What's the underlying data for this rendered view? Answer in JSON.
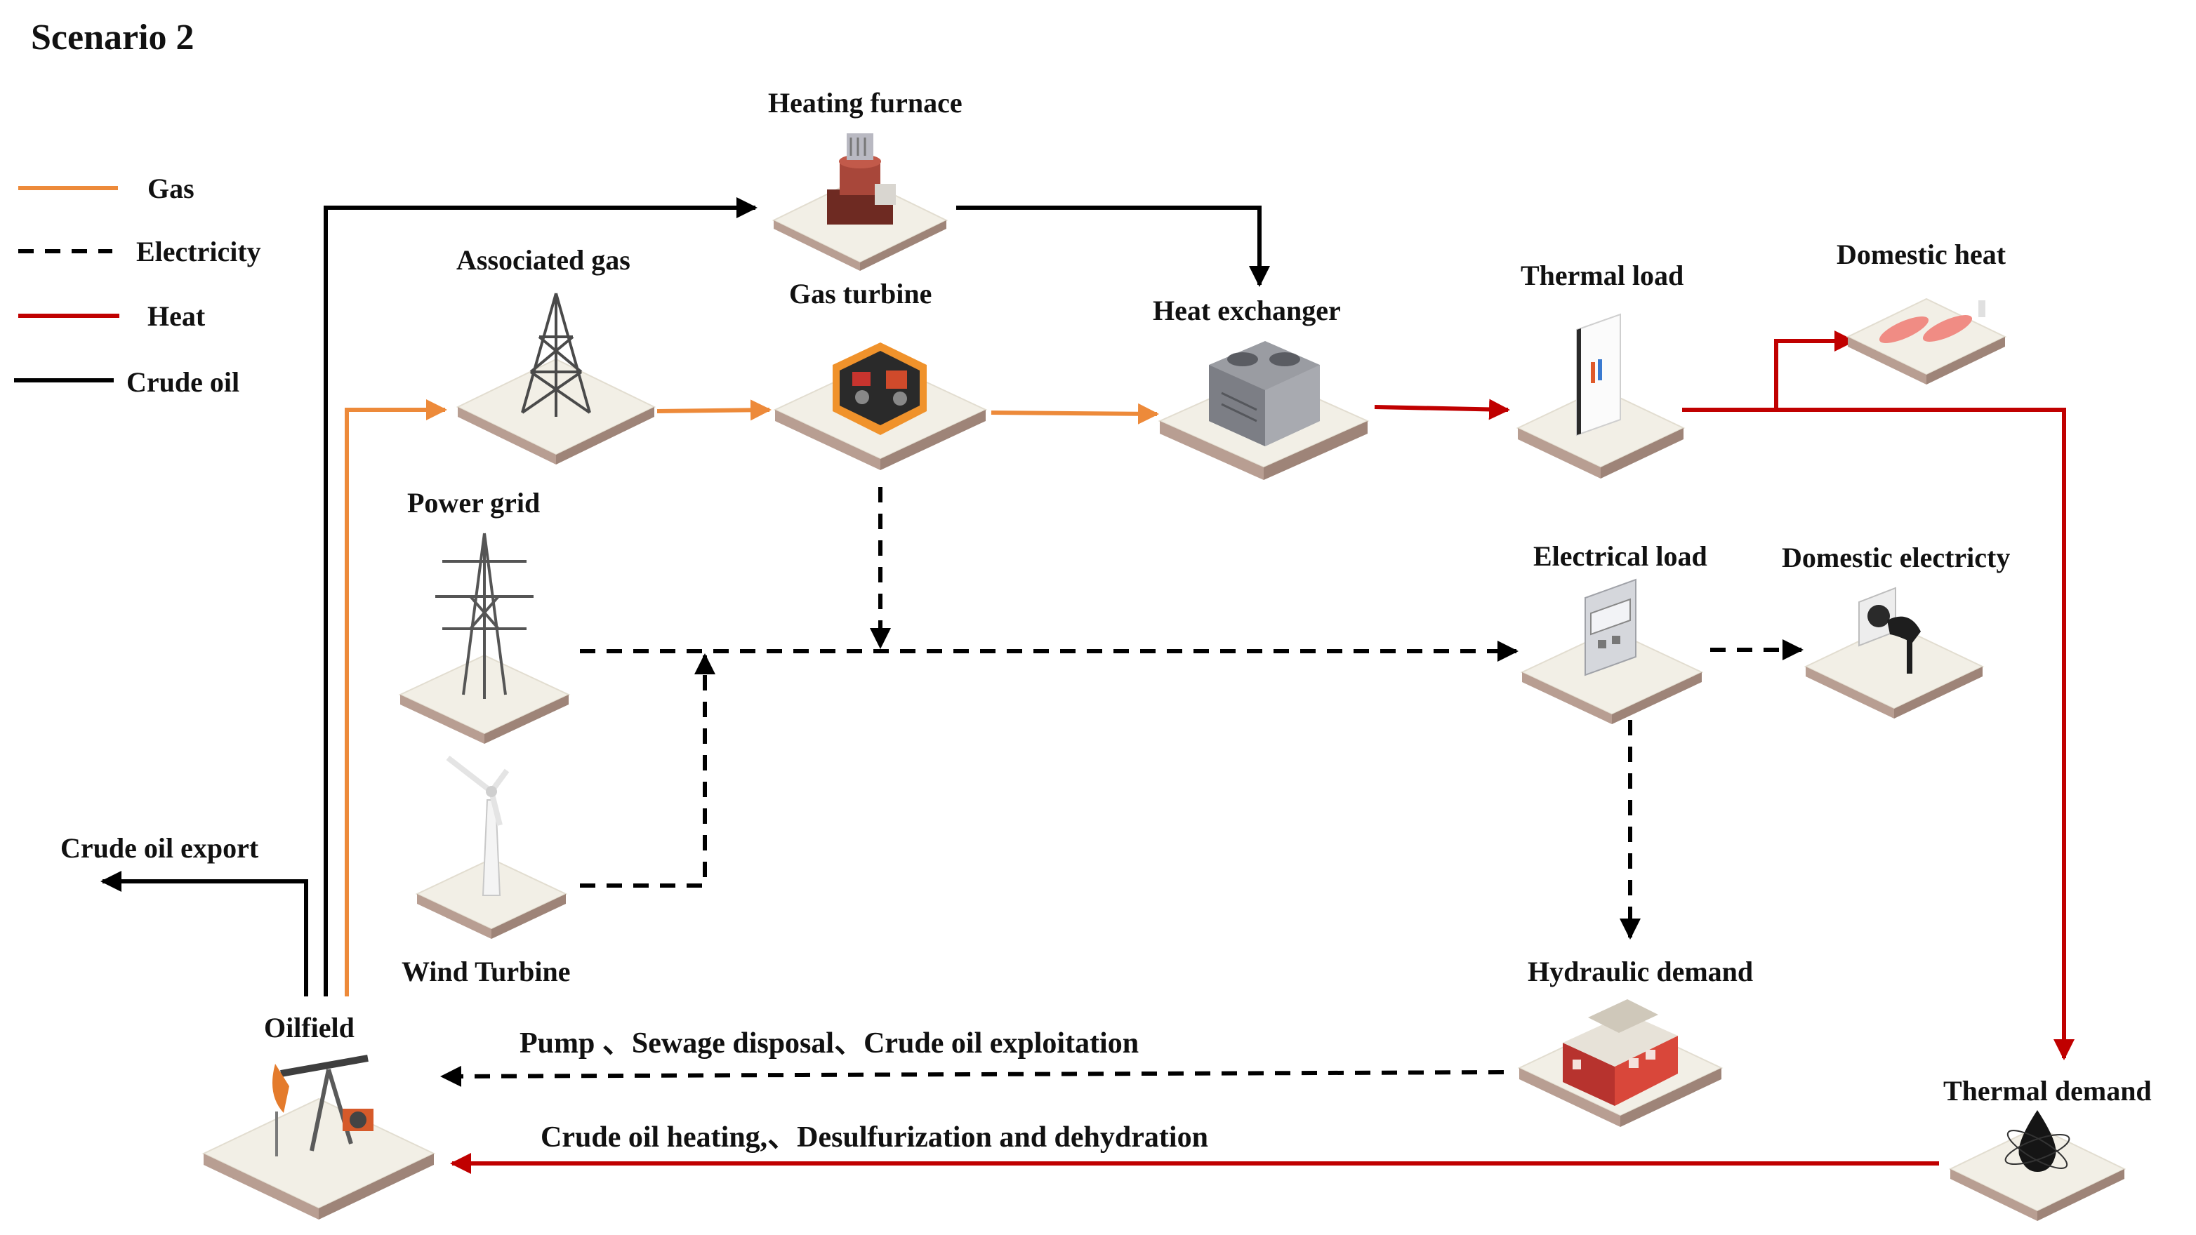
{
  "title": "Scenario 2",
  "legend": [
    {
      "label": "Gas",
      "style": "solid",
      "color": "#ED8A3A"
    },
    {
      "label": "Electricity",
      "style": "dashed",
      "color": "#000000"
    },
    {
      "label": "Heat",
      "style": "solid",
      "color": "#C00000"
    },
    {
      "label": "Crude oil",
      "style": "solid",
      "color": "#000000"
    }
  ],
  "nodes": {
    "heating_furnace": "Heating furnace",
    "associated_gas": "Associated gas",
    "gas_turbine": "Gas turbine",
    "heat_exchanger": "Heat exchanger",
    "thermal_load": "Thermal load",
    "domestic_heat": "Domestic heat",
    "power_grid": "Power grid",
    "electrical_load": "Electrical load",
    "domestic_electricity": "Domestic electricty",
    "wind_turbine": "Wind Turbine",
    "crude_oil_export": "Crude oil export",
    "hydraulic_demand": "Hydraulic demand",
    "oilfield": "Oilfield",
    "thermal_demand": "Thermal demand"
  },
  "flows": {
    "electric_uses": "Pump 、Sewage disposal、Crude oil exploitation",
    "heat_uses": "Crude oil heating,、Desulfurization and dehydration"
  },
  "colors": {
    "gas": "#ED8A3A",
    "heat": "#C00000",
    "oil": "#000000",
    "electricity": "#000000",
    "tile_top": "#F2EFE6",
    "tile_side": "#B89E92"
  }
}
